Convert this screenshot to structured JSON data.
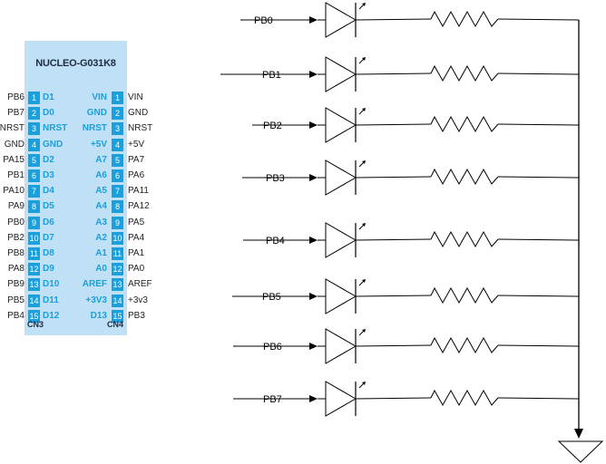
{
  "board": {
    "title": "NUCLEO-G031K8",
    "cn_left": "CN3",
    "cn_right": "CN4",
    "left_pins": [
      {
        "num": "1",
        "inner": "D1",
        "outer": "PB6"
      },
      {
        "num": "2",
        "inner": "D0",
        "outer": "PB7"
      },
      {
        "num": "3",
        "inner": "NRST",
        "outer": "NRST"
      },
      {
        "num": "4",
        "inner": "GND",
        "outer": "GND"
      },
      {
        "num": "5",
        "inner": "D2",
        "outer": "PA15"
      },
      {
        "num": "6",
        "inner": "D3",
        "outer": "PB1"
      },
      {
        "num": "7",
        "inner": "D4",
        "outer": "PA10"
      },
      {
        "num": "8",
        "inner": "D5",
        "outer": "PA9"
      },
      {
        "num": "9",
        "inner": "D6",
        "outer": "PB0"
      },
      {
        "num": "10",
        "inner": "D7",
        "outer": "PB2"
      },
      {
        "num": "11",
        "inner": "D8",
        "outer": "PB8"
      },
      {
        "num": "12",
        "inner": "D9",
        "outer": "PA8"
      },
      {
        "num": "13",
        "inner": "D10",
        "outer": "PB9"
      },
      {
        "num": "14",
        "inner": "D11",
        "outer": "PB5"
      },
      {
        "num": "15",
        "inner": "D12",
        "outer": "PB4"
      }
    ],
    "right_pins": [
      {
        "num": "1",
        "inner": "VIN",
        "outer": "VIN"
      },
      {
        "num": "2",
        "inner": "GND",
        "outer": "GND"
      },
      {
        "num": "3",
        "inner": "NRST",
        "outer": "NRST"
      },
      {
        "num": "4",
        "inner": "+5V",
        "outer": "+5V"
      },
      {
        "num": "5",
        "inner": "A7",
        "outer": "PA7"
      },
      {
        "num": "6",
        "inner": "A6",
        "outer": "PA6"
      },
      {
        "num": "7",
        "inner": "A5",
        "outer": "PA11"
      },
      {
        "num": "8",
        "inner": "A4",
        "outer": "PA12"
      },
      {
        "num": "9",
        "inner": "A3",
        "outer": "PA5"
      },
      {
        "num": "10",
        "inner": "A2",
        "outer": "PA4"
      },
      {
        "num": "11",
        "inner": "A1",
        "outer": "PA1"
      },
      {
        "num": "12",
        "inner": "A0",
        "outer": "PA0"
      },
      {
        "num": "13",
        "inner": "AREF",
        "outer": "AREF"
      },
      {
        "num": "14",
        "inner": "+3V3",
        "outer": "+3v3"
      },
      {
        "num": "15",
        "inner": "D13",
        "outer": "PB3"
      }
    ]
  },
  "circuit": {
    "channels": [
      {
        "label": "PB0"
      },
      {
        "label": "PB1"
      },
      {
        "label": "PB2"
      },
      {
        "label": "PB3"
      },
      {
        "label": "PB4"
      },
      {
        "label": "PB5"
      },
      {
        "label": "PB6"
      },
      {
        "label": "PB7"
      }
    ],
    "line_color": "#000000"
  },
  "colors": {
    "board_bg": "#bfe0f5",
    "pin_accent": "#1aa0dc"
  }
}
